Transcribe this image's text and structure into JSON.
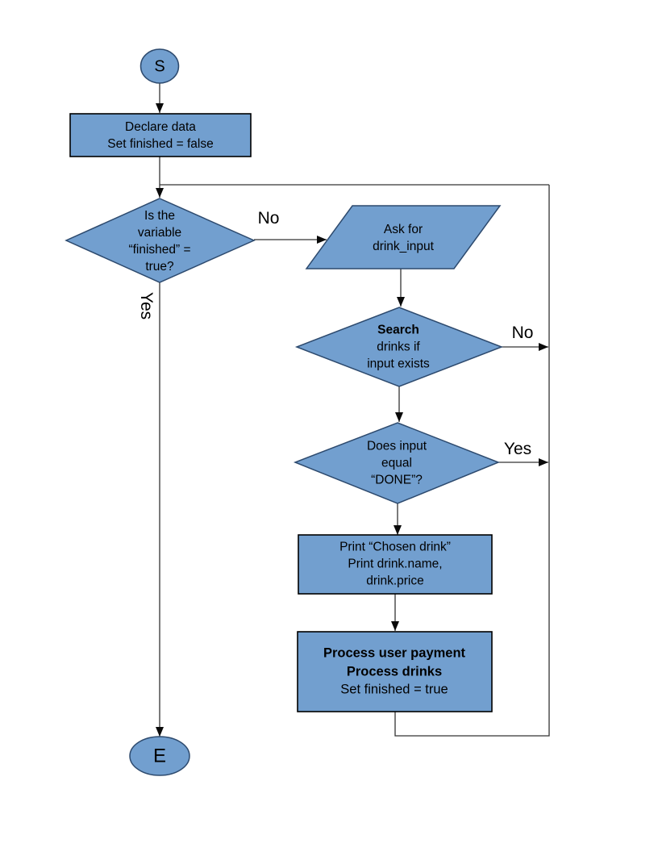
{
  "page": {
    "background": "#ffffff"
  },
  "flowchart": {
    "colors": {
      "shape_fill": "#729fcf",
      "shape_stroke": "#2d4a6e",
      "rect_stroke": "#000000",
      "connector": "#343434",
      "text": "#000000"
    },
    "nodes": {
      "start": {
        "type": "terminal-ellipse",
        "label": "S"
      },
      "declare": {
        "type": "process-rect",
        "lines": [
          "Declare data",
          "Set finished = false"
        ]
      },
      "finished_check": {
        "type": "decision-diamond",
        "lines": [
          "Is the",
          "variable",
          "“finished” =",
          "true?"
        ]
      },
      "ask_input": {
        "type": "io-parallelogram",
        "lines": [
          "Ask for",
          "drink_input"
        ]
      },
      "search_check": {
        "type": "decision-diamond",
        "bold_line": "Search",
        "lines": [
          "drinks if",
          "input exists"
        ]
      },
      "done_check": {
        "type": "decision-diamond",
        "lines": [
          "Does input",
          "equal",
          "“DONE”?"
        ]
      },
      "print_drink": {
        "type": "process-rect",
        "lines": [
          "Print “Chosen drink”",
          "Print drink.name,",
          "drink.price"
        ]
      },
      "process_payment": {
        "type": "process-rect",
        "bold_lines": [
          "Process user payment",
          "Process drinks"
        ],
        "lines": [
          "Set finished = true"
        ]
      },
      "end": {
        "type": "terminal-ellipse",
        "label": "E"
      }
    },
    "edge_labels": {
      "finished_no": "No",
      "finished_yes": "Yes",
      "search_no": "No",
      "done_yes": "Yes"
    }
  }
}
